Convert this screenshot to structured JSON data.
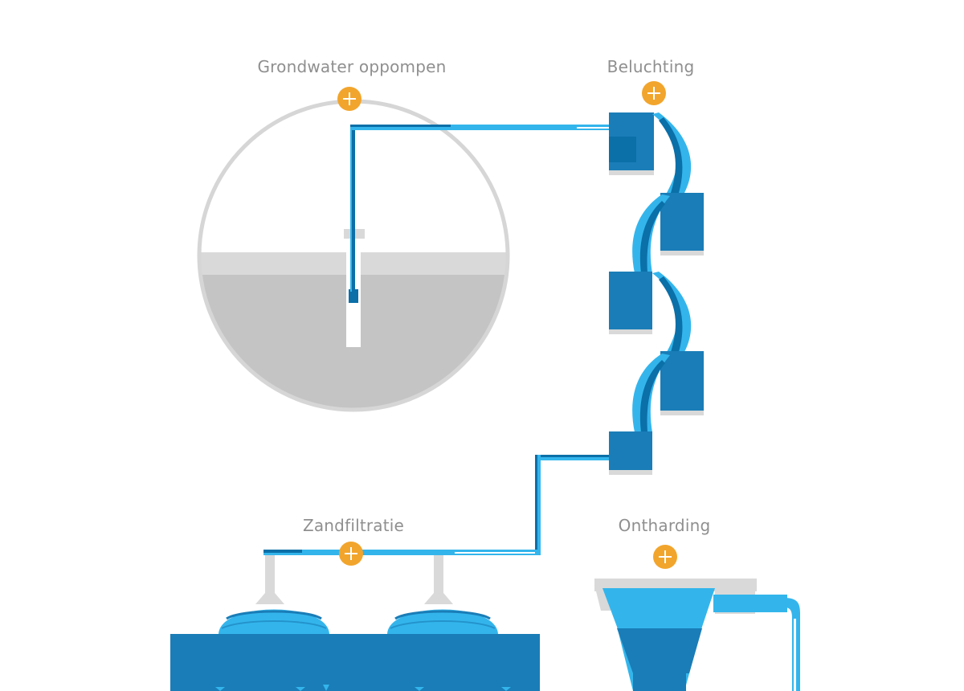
{
  "steps": {
    "grondwater": {
      "label": "Grondwater oppompen",
      "icon": "plus-icon"
    },
    "beluchting": {
      "label": "Beluchting",
      "icon": "plus-icon"
    },
    "zandfiltratie": {
      "label": "Zandfiltratie",
      "icon": "plus-icon"
    },
    "ontharding": {
      "label": "Ontharding",
      "icon": "plus-icon"
    }
  },
  "colors": {
    "water_light": "#33b5ec",
    "water_dark": "#0b6fa8",
    "tank_blue": "#1a7db7",
    "grey_light": "#d9d9d9",
    "grey_mid": "#c7c7c7",
    "label_grey": "#8f8f8f",
    "accent_orange": "#f2a52c"
  }
}
